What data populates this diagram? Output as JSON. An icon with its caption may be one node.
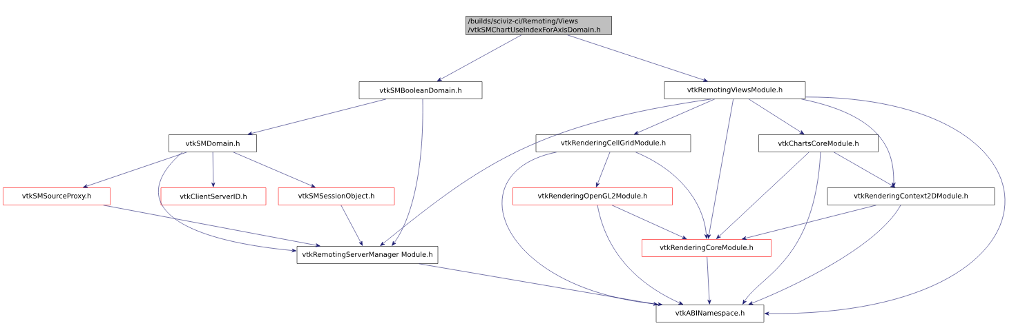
{
  "diagram": {
    "nodes": [
      {
        "text": [
          "/builds/sciviz-ci/Remoting/Views /vtkSMChartUseIndexForAxisDomain.h"
        ]
      },
      {
        "text": [
          "vtkSMBooleanDomain.h"
        ]
      },
      {
        "text": [
          "vtkRemotingViewsModule.h"
        ]
      },
      {
        "text": [
          "vtkSMDomain.h"
        ]
      },
      {
        "text": [
          "vtkRenderingCellGridModule.h"
        ]
      },
      {
        "text": [
          "vtkChartsCoreModule.h"
        ]
      },
      {
        "text": [
          "vtkSMSourceProxy.h"
        ]
      },
      {
        "text": [
          "vtkClientServerID.h"
        ]
      },
      {
        "text": [
          "vtkSMSessionObject.h"
        ]
      },
      {
        "text": [
          "vtkRenderingOpenGL2Module.h"
        ]
      },
      {
        "text": [
          "vtkRenderingContext2DModule.h"
        ]
      },
      {
        "text": [
          "vtkRemotingServerManager Module.h"
        ]
      },
      {
        "text": [
          "vtkRenderingCoreModule.h"
        ]
      },
      {
        "text": [
          "vtkABINamespace.h"
        ]
      }
    ],
    "edges": [
      {
        "from": 0,
        "to": 1,
        "arrow": "to"
      },
      {
        "from": 0,
        "to": 2,
        "arrow": "to"
      },
      {
        "from": 1,
        "to": 3,
        "arrow": "to"
      },
      {
        "from": 1,
        "to": 11,
        "arrow": "to"
      },
      {
        "from": 2,
        "to": 11,
        "arrow": "to"
      },
      {
        "from": 2,
        "to": 4,
        "arrow": "to"
      },
      {
        "from": 2,
        "to": 12,
        "arrow": "to"
      },
      {
        "from": 2,
        "to": 5,
        "arrow": "to"
      },
      {
        "from": 2,
        "to": 10,
        "arrow": "to"
      },
      {
        "from": 2,
        "to": 13,
        "arrow": "to"
      },
      {
        "from": 3,
        "to": 6,
        "arrow": "to"
      },
      {
        "from": 3,
        "to": 7,
        "arrow": "to"
      },
      {
        "from": 3,
        "to": 8,
        "arrow": "to"
      },
      {
        "from": 3,
        "to": 11,
        "arrow": "to"
      },
      {
        "from": 6,
        "to": 11,
        "arrow": "to"
      },
      {
        "from": 8,
        "to": 11,
        "arrow": "to"
      },
      {
        "from": 4,
        "to": 9,
        "arrow": "to"
      },
      {
        "from": 4,
        "to": 12,
        "arrow": "to"
      },
      {
        "from": 4,
        "to": 13,
        "arrow": "to"
      },
      {
        "from": 5,
        "to": 12,
        "arrow": "to"
      },
      {
        "from": 5,
        "to": 13,
        "arrow": "to"
      },
      {
        "from": 5,
        "to": 10,
        "arrow": "to"
      },
      {
        "from": 9,
        "to": 12,
        "arrow": "to"
      },
      {
        "from": 9,
        "to": 13,
        "arrow": "to"
      },
      {
        "from": 10,
        "to": 12,
        "arrow": "to"
      },
      {
        "from": 10,
        "to": 13,
        "arrow": "to"
      },
      {
        "from": 11,
        "to": 13,
        "arrow": "to"
      },
      {
        "from": 12,
        "to": 13,
        "arrow": "to"
      }
    ]
  }
}
